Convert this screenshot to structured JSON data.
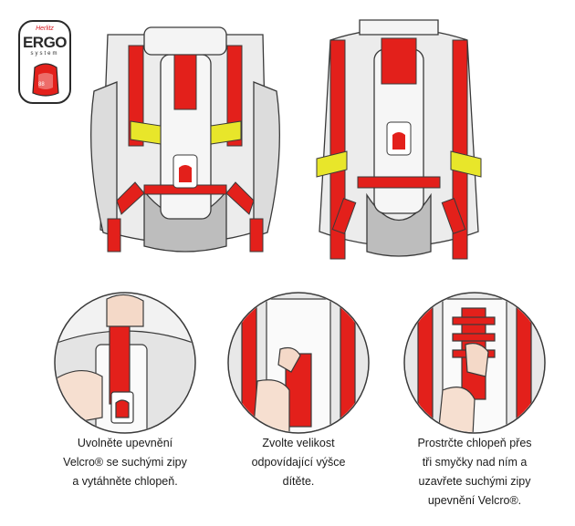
{
  "logo": {
    "brand": "Herlitz",
    "word": "ERGO",
    "sub": "system"
  },
  "steps": [
    {
      "lines": [
        "Uvolněte upevnění",
        "Velcro® se suchými zipy",
        "a vytáhněte chlopeň."
      ]
    },
    {
      "lines": [
        "Zvolte velikost",
        "odpovídající výšce",
        "dítěte."
      ]
    },
    {
      "lines": [
        "Prostrčte chlopeň přes",
        "tři smyčky nad ním a",
        "uzavřete suchými zipy",
        "upevnění Velcro®."
      ]
    }
  ],
  "colors": {
    "strap": "#e3201b",
    "reflector": "#e8e62a",
    "line": "#3a3a3a",
    "body": "#ebebeb"
  }
}
